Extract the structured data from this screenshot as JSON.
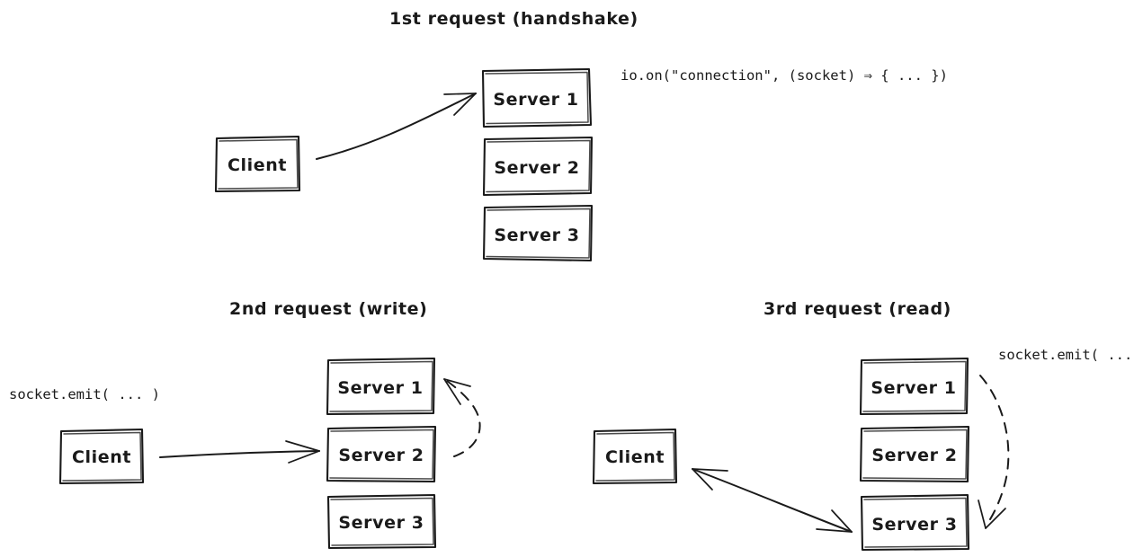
{
  "diagram": {
    "title_font_style": "handwritten",
    "background": "#ffffff",
    "ink_color": "#1a1a1a",
    "sections": [
      {
        "id": "handshake",
        "title": "1st request (handshake)",
        "code_label": "io.on(\"connection\", (socket) ⇒ {  ...  })",
        "client_label": "Client",
        "servers": [
          "Server 1",
          "Server 2",
          "Server 3"
        ],
        "arrow_description": "solid arrow from Client to Server 1"
      },
      {
        "id": "write",
        "title": "2nd request (write)",
        "code_label": "socket.emit( ... )",
        "client_label": "Client",
        "servers": [
          "Server 1",
          "Server 2",
          "Server 3"
        ],
        "arrow_description": "solid arrow from Client to Server 2; dashed curved arrow from Server 2 to Server 1"
      },
      {
        "id": "read",
        "title": "3rd request (read)",
        "code_label": "socket.emit( ... )",
        "client_label": "Client",
        "servers": [
          "Server 1",
          "Server 2",
          "Server 3"
        ],
        "arrow_description": "double-headed solid arrow between Client and Server 3; dashed curved arrow from Server 1 to Server 3"
      }
    ]
  }
}
